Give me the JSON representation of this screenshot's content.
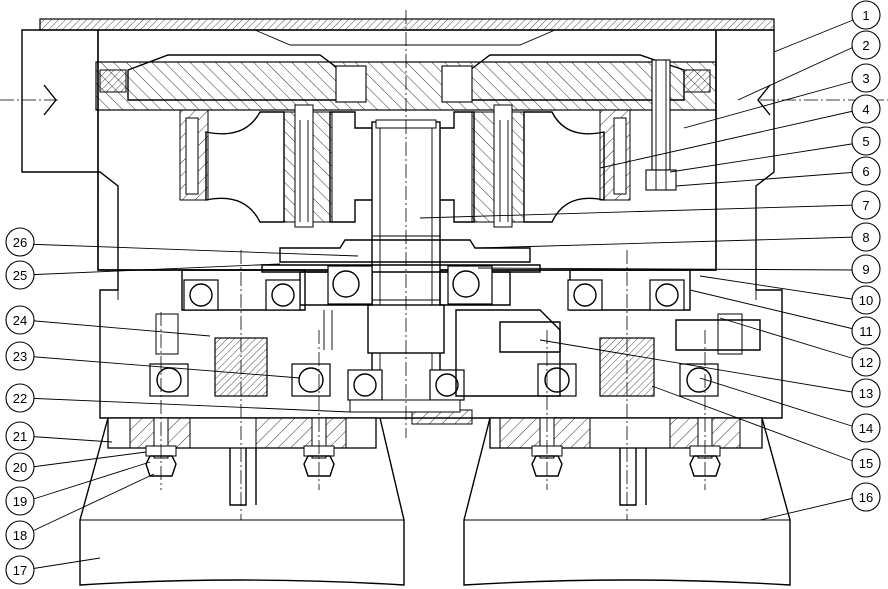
{
  "callouts": [
    {
      "n": "1"
    },
    {
      "n": "2"
    },
    {
      "n": "3"
    },
    {
      "n": "4"
    },
    {
      "n": "5"
    },
    {
      "n": "6"
    },
    {
      "n": "7"
    },
    {
      "n": "8"
    },
    {
      "n": "9"
    },
    {
      "n": "10"
    },
    {
      "n": "11"
    },
    {
      "n": "12"
    },
    {
      "n": "13"
    },
    {
      "n": "14"
    },
    {
      "n": "15"
    },
    {
      "n": "16"
    },
    {
      "n": "17"
    },
    {
      "n": "18"
    },
    {
      "n": "19"
    },
    {
      "n": "20"
    },
    {
      "n": "21"
    },
    {
      "n": "22"
    },
    {
      "n": "23"
    },
    {
      "n": "24"
    },
    {
      "n": "25"
    },
    {
      "n": "26"
    }
  ],
  "colors": {
    "line": "#000000",
    "background": "#ffffff"
  }
}
